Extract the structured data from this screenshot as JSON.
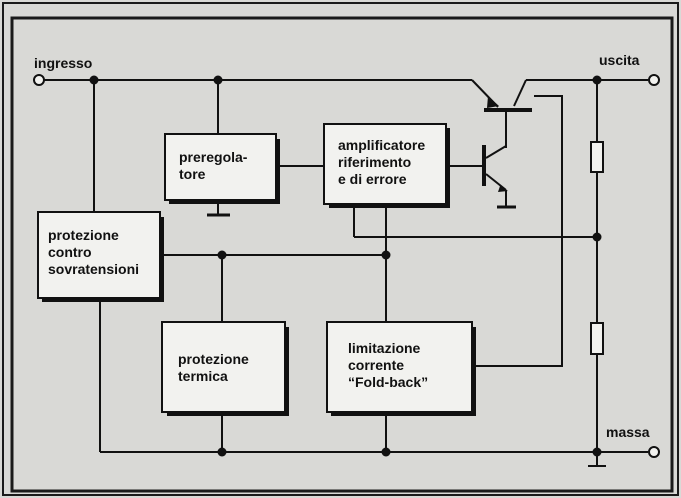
{
  "terminals": {
    "input": "ingresso",
    "output": "uscita",
    "ground": "massa"
  },
  "blocks": {
    "preregulator": "preregola-\ntore",
    "error_amplifier": "amplificatore\nriferimento\ne di errore",
    "overvoltage_protection": "protezione\ncontro\nsovratensioni",
    "thermal_protection": "protezione\ntermica",
    "current_limit": "limitazione\ncorrente\n“Fold-back”"
  },
  "colors": {
    "background": "#d9d9d6",
    "frame": "#1a1a1a",
    "line": "#111111",
    "block_fill": "#f2f2ef"
  }
}
